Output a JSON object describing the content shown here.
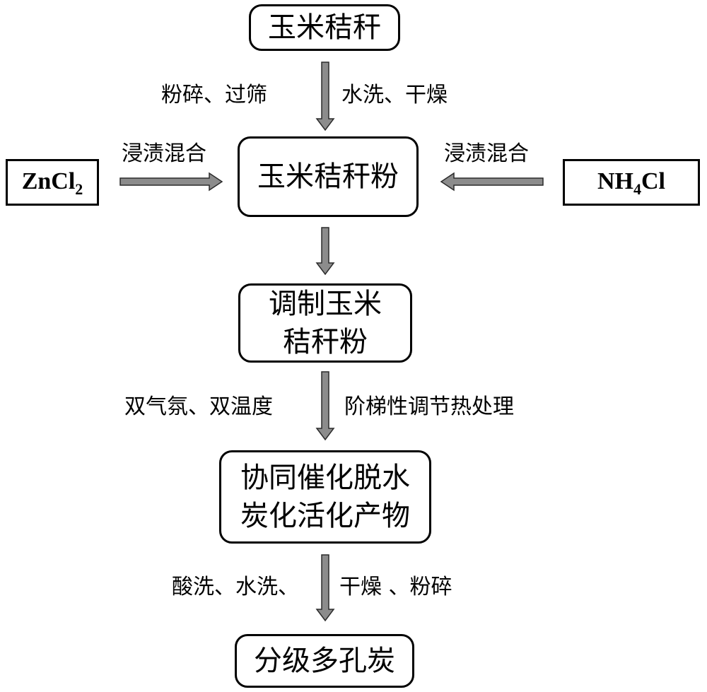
{
  "nodes": {
    "corn_stalk": "玉米秸秆",
    "corn_stalk_powder": "玉米秸秆粉",
    "modified_powder": {
      "line1": "调制玉米",
      "line2": "秸秆粉"
    },
    "synergistic_product": {
      "line1": "协同催化脱水",
      "line2": "炭化活化产物"
    },
    "porous_carbon": "分级多孔炭",
    "zncl2": {
      "main": "ZnCl",
      "sub": "2"
    },
    "nh4cl": {
      "pre": "NH",
      "sub": "4",
      "post": "Cl"
    }
  },
  "labels": {
    "crush_sieve": "粉碎、过筛",
    "wash_dry": "水洗、干燥",
    "impregnate_left": "浸渍混合",
    "impregnate_right": "浸渍混合",
    "dual_atmosphere": "双气氛、双温度",
    "stepwise_heat": "阶梯性调节热处理",
    "post_treatment_left": "酸洗、水洗、",
    "post_treatment_right": "干燥 、粉碎"
  },
  "colors": {
    "arrow_fill": "#8c8c8c",
    "arrow_stroke": "#2b2b2b",
    "border": "#000000"
  }
}
